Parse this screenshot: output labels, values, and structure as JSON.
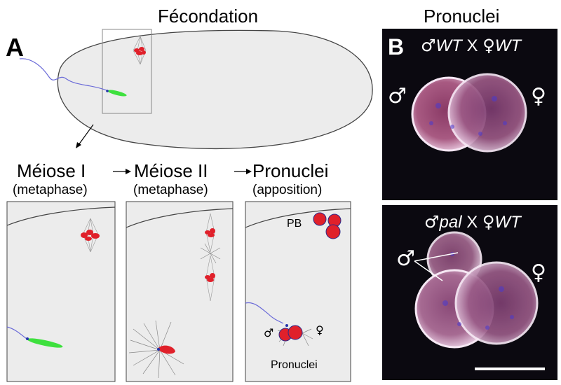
{
  "panel_a": {
    "letter": "A",
    "title": "Fécondation",
    "stages": [
      {
        "name": "Méiose I",
        "sub": "(metaphase)"
      },
      {
        "name": "Méiose II",
        "sub": "(metaphase)"
      },
      {
        "name": "Pronuclei",
        "sub": "(apposition)"
      }
    ],
    "pb_label": "PB",
    "pronuclei_label": "Pronuclei",
    "male_symbol": "♂",
    "female_symbol": "♀"
  },
  "panel_b": {
    "letter": "B",
    "title": "Pronuclei",
    "top": {
      "male": "♂",
      "male_genotype": "WT",
      "cross": "X",
      "female": "♀",
      "female_genotype": "WT",
      "left_symbol": "♂",
      "right_symbol": "♀"
    },
    "bottom": {
      "male": "♂",
      "male_genotype": "pal",
      "cross": "X",
      "female": "♀",
      "female_genotype": "WT",
      "left_symbol": "♂",
      "right_symbol": "♀"
    }
  },
  "colors": {
    "chromatin": "#e0202a",
    "sperm": "#3ee03e",
    "embryo_fill": "#ececec",
    "micro_bg": "#0b0910"
  }
}
